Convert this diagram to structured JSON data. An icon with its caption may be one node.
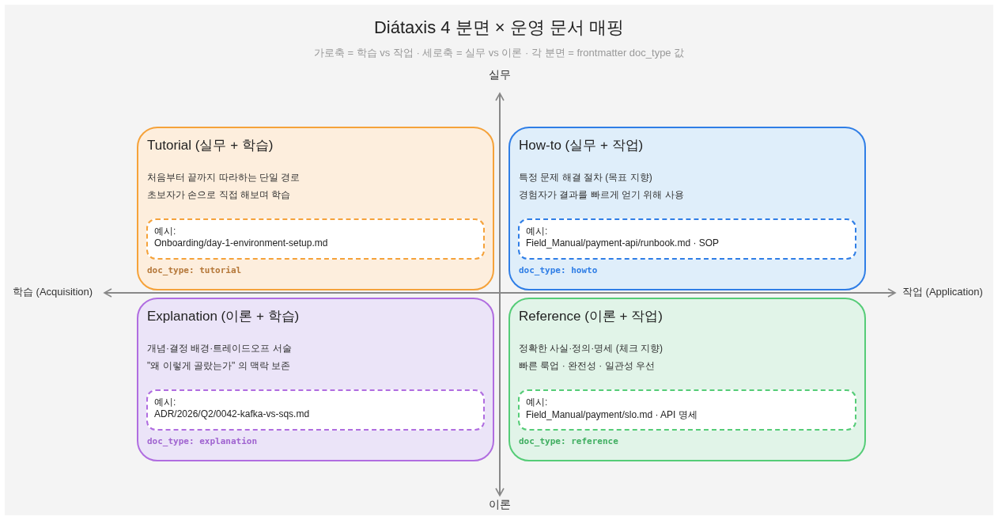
{
  "diagram": {
    "title": "Diátaxis 4 분면 × 운영 문서 매핑",
    "nodes": [
      {
        "text": [
          "Tutorial (실무 + 학습)",
          "처음부터 끝까지 따라하는 단일 경로",
          "초보자가 손으로 직접 해보며 학습",
          "doc_type: tutorial"
        ]
      },
      {
        "text": [
          "예시:",
          "Onboarding/day-1-environment-setup.md"
        ],
        "in": 0
      },
      {
        "text": [
          "How-to (실무 + 작업)",
          "특정 문제 해결 절차 (목표 지향)",
          "경험자가 결과를 빠르게 얻기 위해 사용",
          "doc_type: howto"
        ]
      },
      {
        "text": [
          "예시:",
          "Field_Manual/payment-api/runbook.md · SOP"
        ],
        "in": 2
      },
      {
        "text": [
          "Explanation (이론 + 학습)",
          "개념·결정 배경·트레이드오프 서술",
          "\"왜 이렇게 골랐는가\" 의 맥락 보존",
          "doc_type: explanation"
        ]
      },
      {
        "text": [
          "예시:",
          "ADR/2026/Q2/0042-kafka-vs-sqs.md"
        ],
        "in": 4
      },
      {
        "text": [
          "Reference (이론 + 작업)",
          "정확한 사실·정의·명세 (체크 지향)",
          "빠른 룩업 · 완전성 · 일관성 우선",
          "doc_type: reference"
        ]
      },
      {
        "text": [
          "예시:",
          "Field_Manual/payment/slo.md · API 명세"
        ],
        "in": 6
      }
    ],
    "labels": [
      "가로축 = 학습 vs 작업 · 세로축 = 실무 vs 이론 · 각 분면 = frontmatter doc_type 값",
      "실무",
      "학습 (Acquisition)",
      "작업 (Application)",
      "이론"
    ]
  }
}
